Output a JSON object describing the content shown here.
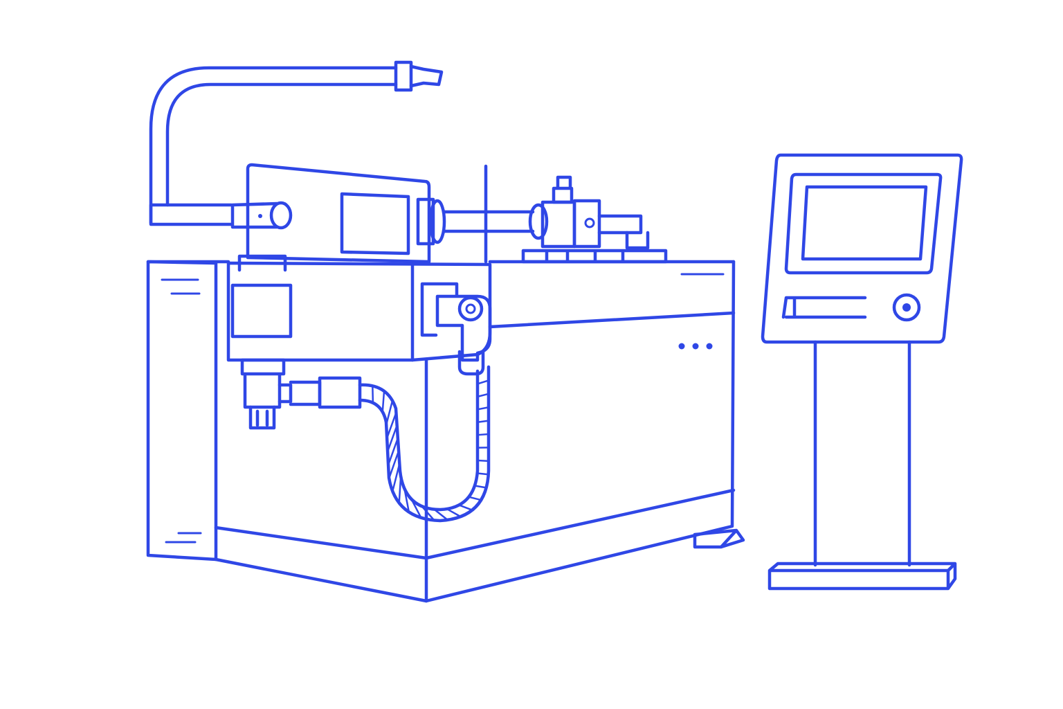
{
  "illustration": {
    "subject": "",
    "line_color": "#2f47e6",
    "background_color": "#ffffff",
    "parts": [
      "pipe-bending-machine",
      "overhead-feed-pipe",
      "bending-head",
      "mandrel-rod",
      "clamp-assembly",
      "hydraulic-hose",
      "control-terminal",
      "control-screen",
      "control-knob",
      "indicator-dots"
    ]
  }
}
